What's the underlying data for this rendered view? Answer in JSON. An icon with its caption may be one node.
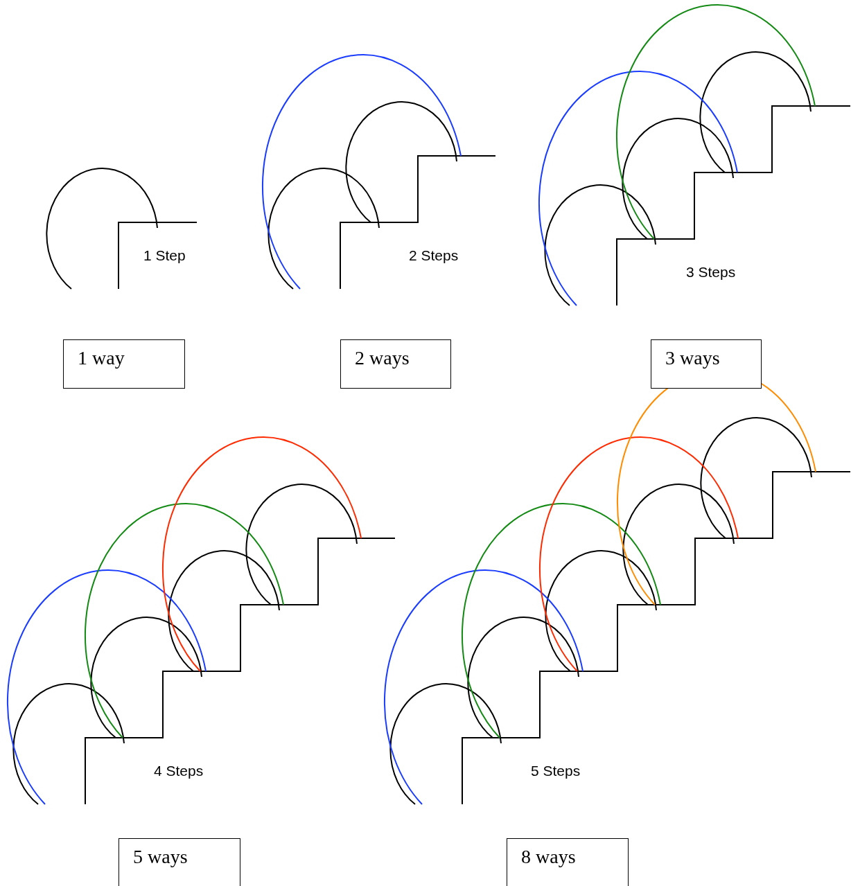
{
  "diagram": {
    "nodes": [
      {
        "text": [
          "1 way"
        ]
      },
      {
        "text": [
          "2 ways"
        ]
      },
      {
        "text": [
          "3 ways"
        ]
      },
      {
        "text": [
          "5 ways"
        ]
      },
      {
        "text": [
          "8 ways"
        ]
      }
    ],
    "labels": [
      "1 Step",
      "2 Steps",
      "3 Steps",
      "4 Steps",
      "5 Steps"
    ]
  }
}
